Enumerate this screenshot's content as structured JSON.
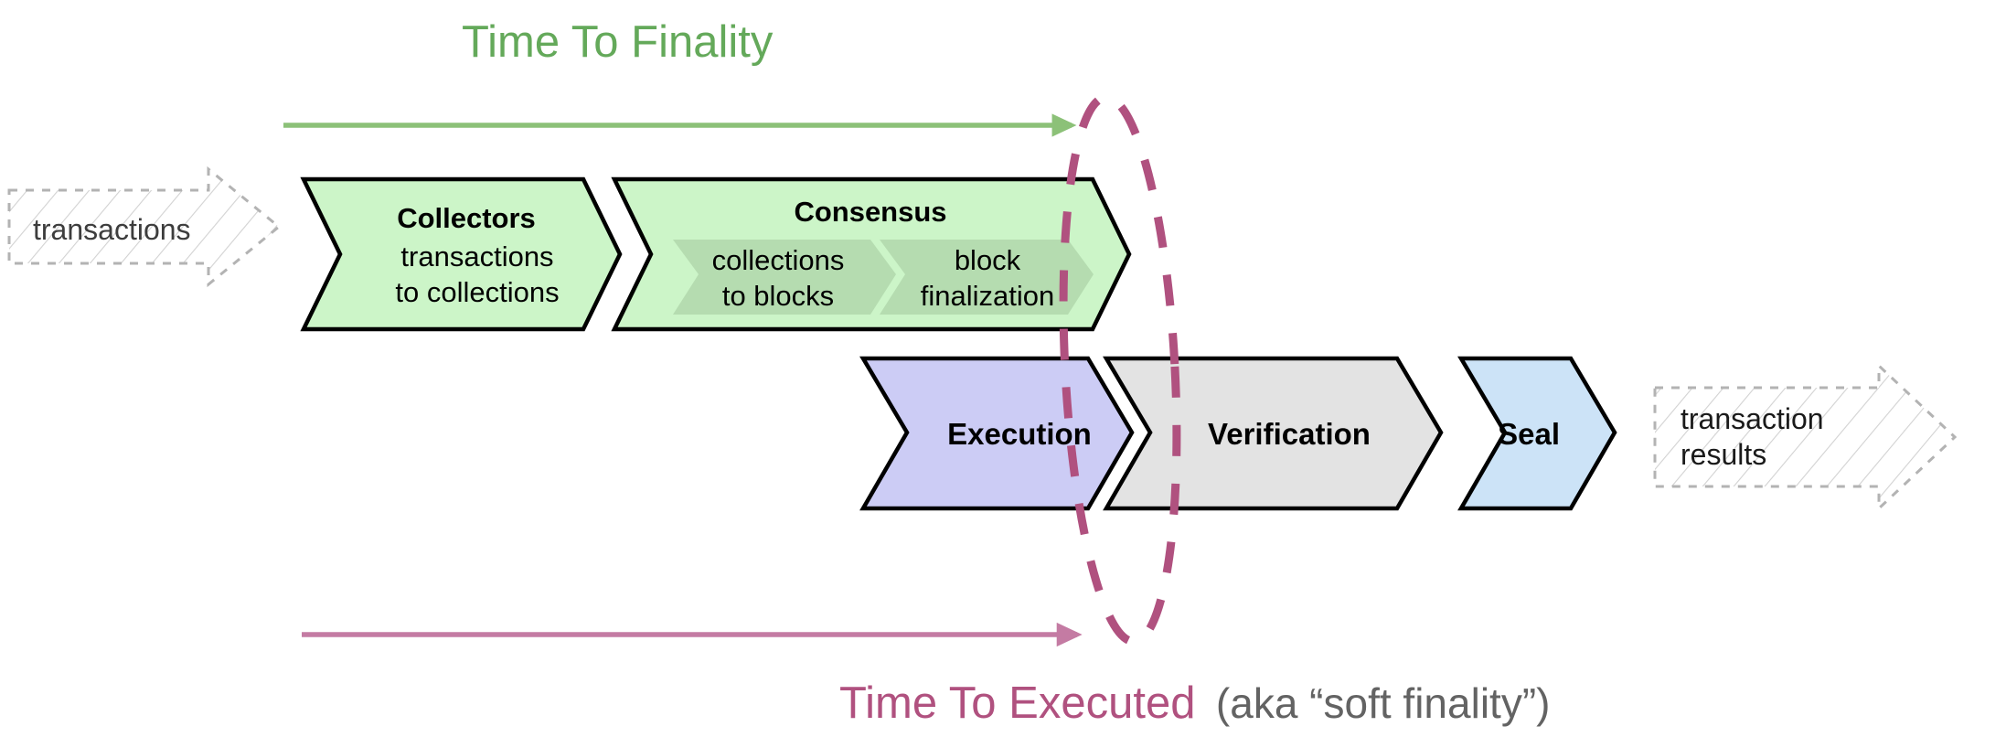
{
  "diagram": {
    "title_top": "Time To Finality",
    "bottom_label_main": "Time To Executed",
    "bottom_label_note": "(aka “soft finality”)",
    "input_arrow_label": "transactions",
    "output_arrow_label_line1": "transaction",
    "output_arrow_label_line2": "results",
    "colors": {
      "green_fill": "#ccf5c8",
      "green_inner_fill": "#b5dcb0",
      "purple_fill": "#ccccf5",
      "grey_fill": "#e3e3e3",
      "blue_fill": "#cce3f7",
      "outline": "#000000",
      "green_accent": "#8cc178",
      "pink_accent": "#b0517f",
      "pink_arrow": "#c47ba3",
      "ghost_outline": "#b3b3b3"
    },
    "stages_top": [
      {
        "id": "collectors",
        "title": "Collectors",
        "sub_line1": "transactions",
        "sub_line2": "to collections"
      },
      {
        "id": "consensus",
        "title": "Consensus",
        "substages": [
          {
            "id": "collections-to-blocks",
            "line1": "collections",
            "line2": "to blocks"
          },
          {
            "id": "block-finalization",
            "line1": "block",
            "line2": "finalization"
          }
        ]
      }
    ],
    "stages_bottom": [
      {
        "id": "execution",
        "title": "Execution"
      },
      {
        "id": "verification",
        "title": "Verification"
      },
      {
        "id": "seal",
        "title": "Seal"
      }
    ]
  }
}
